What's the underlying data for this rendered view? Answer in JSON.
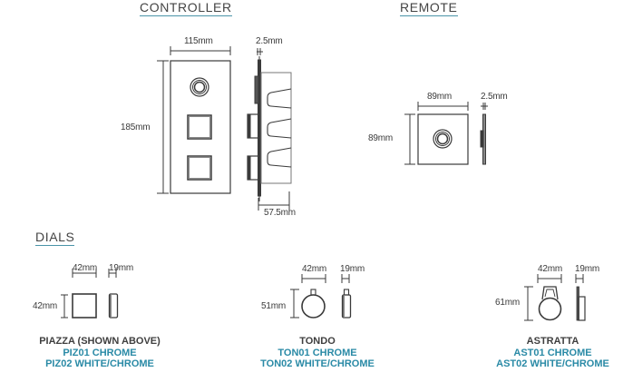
{
  "sections": {
    "controller": {
      "title": "CONTROLLER",
      "width": "115mm",
      "height": "185mm",
      "plate_thickness": "2.5mm",
      "depth": "57.5mm"
    },
    "remote": {
      "title": "REMOTE",
      "width": "89mm",
      "height": "89mm",
      "plate_thickness": "2.5mm"
    },
    "dials": {
      "title": "DIALS",
      "items": [
        {
          "name": "PIAZZA (SHOWN ABOVE)",
          "code_1": "PIZ01 CHROME",
          "code_2": "PIZ02 WHITE/CHROME",
          "width": "42mm",
          "depth": "19mm",
          "height": "42mm"
        },
        {
          "name": "TONDO",
          "code_1": "TON01 CHROME",
          "code_2": "TON02 WHITE/CHROME",
          "width": "42mm",
          "depth": "19mm",
          "height": "51mm"
        },
        {
          "name": "ASTRATTA",
          "code_1": "AST01 CHROME",
          "code_2": "AST02 WHITE/CHROME",
          "width": "42mm",
          "depth": "19mm",
          "height": "61mm"
        }
      ]
    }
  },
  "colors": {
    "heading_text": "#444444",
    "heading_underline": "#4a94a8",
    "product_code": "#2a8aa6",
    "line_art": "#3a3a3a"
  }
}
